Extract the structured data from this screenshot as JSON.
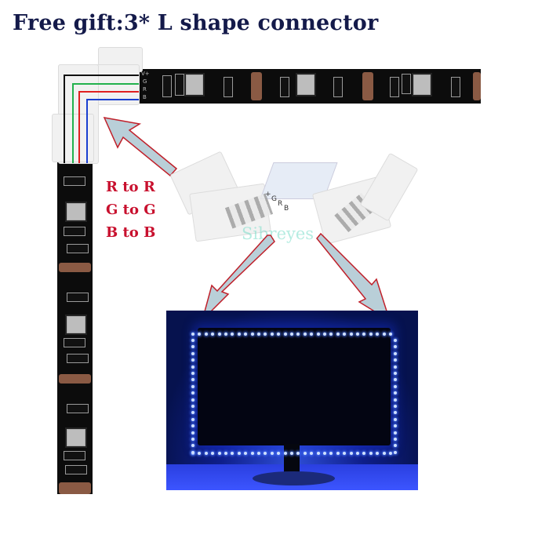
{
  "title": "Free gift:3* L shape connector",
  "wiring_legend": {
    "lines": [
      "R to R",
      "G to G",
      "B to B"
    ],
    "color": "#c8102e"
  },
  "strip_pin_labels": [
    "V+",
    "G",
    "R",
    "B"
  ],
  "connector_pcb_labels": [
    "+",
    "G",
    "R",
    "B"
  ],
  "wire_colors": {
    "v_plus": "#111111",
    "green": "#22b14c",
    "red": "#e02020",
    "blue": "#1a3fd0"
  },
  "watermark": "Sibreyes",
  "arrows": [
    {
      "name": "arrow-to-corner-connector",
      "direction": "up-left"
    },
    {
      "name": "arrow-to-tv-left",
      "direction": "down-left"
    },
    {
      "name": "arrow-to-tv-right",
      "direction": "down-right"
    }
  ],
  "photo": {
    "subject": "TV backlit with blue LED strip"
  },
  "colors": {
    "title": "#141a4a",
    "arrow_fill": "#b9cfd8",
    "arrow_stroke": "#c0202a",
    "strip": "#0c0c0c",
    "led_glow": "#4d7bff"
  }
}
